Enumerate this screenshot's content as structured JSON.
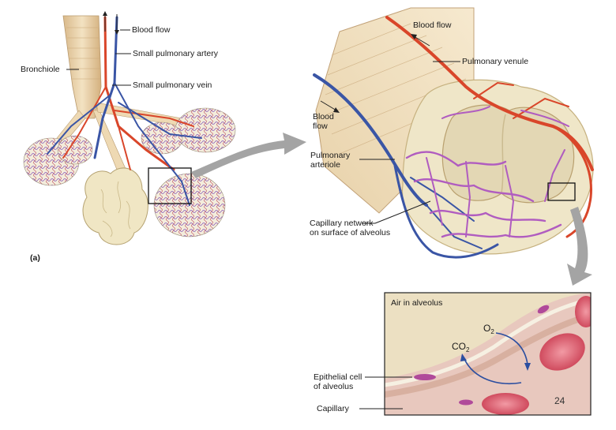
{
  "panel_a": {
    "labels": {
      "blood_flow": "Blood flow",
      "small_pulmonary_artery": "Small pulmonary artery",
      "bronchiole": "Bronchiole",
      "small_pulmonary_vein": "Small pulmonary vein",
      "panel_letter": "(a)"
    }
  },
  "panel_b": {
    "labels": {
      "blood_flow_top": "Blood flow",
      "pulmonary_venule": "Pulmonary venule",
      "blood_flow_left_line1": "Blood",
      "blood_flow_left_line2": "flow",
      "pulmonary_arteriole_line1": "Pulmonary",
      "pulmonary_arteriole_line2": "arteriole",
      "capillary_network_line1": "Capillary network",
      "capillary_network_line2": "on surface of alveolus"
    }
  },
  "panel_c": {
    "labels": {
      "air_in_alveolus": "Air in alveolus",
      "o2": "O",
      "o2_sub": "2",
      "co2": "CO",
      "co2_sub": "2",
      "epithelial_line1": "Epithelial cell",
      "epithelial_line2": "of alveolus",
      "capillary": "Capillary",
      "page_number": "24"
    }
  },
  "colors": {
    "artery": "#d9462a",
    "vein": "#3a55a5",
    "capillary": "#b05cc0",
    "bronchiole": "#e9d2a8",
    "alveolus": "#efe6c8",
    "arrow_gray": "#9a9a9a"
  }
}
